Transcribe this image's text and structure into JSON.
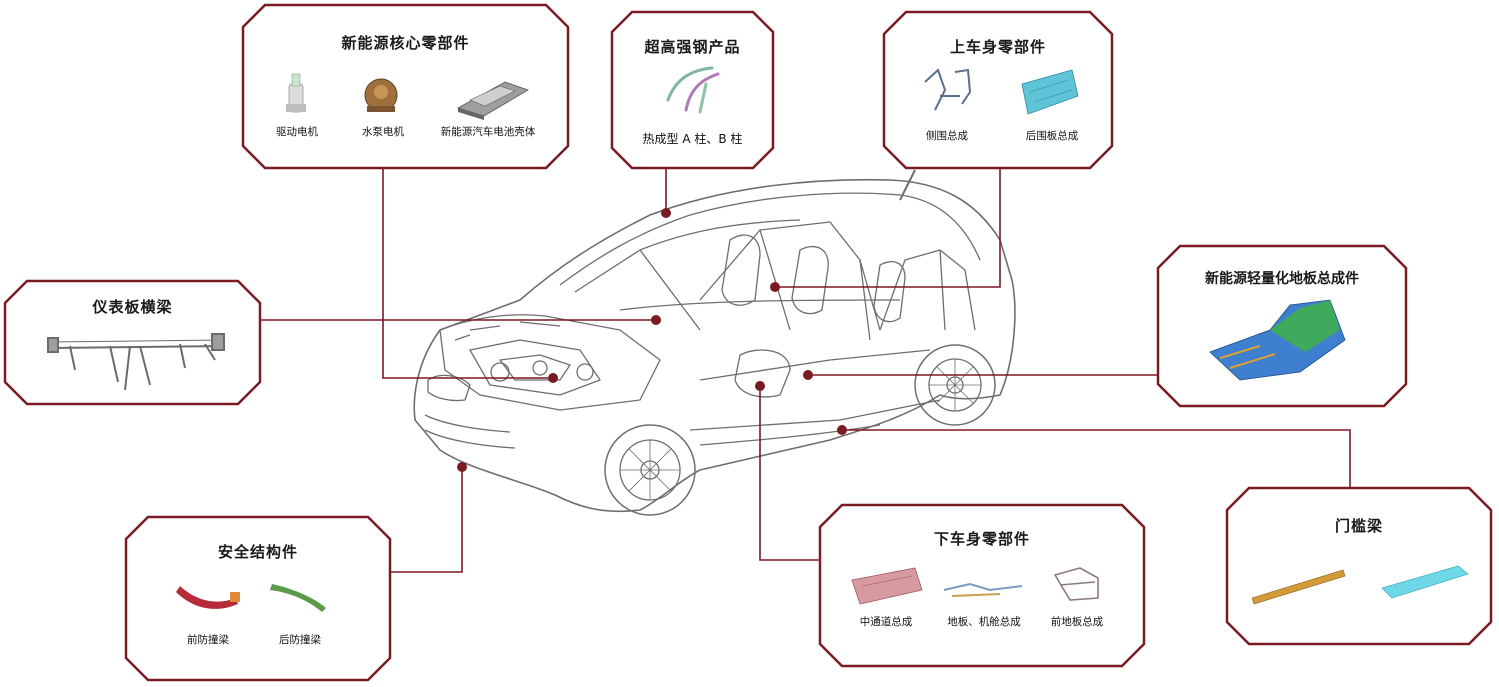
{
  "colors": {
    "frame": "#7a1a22",
    "line": "#7a1a22",
    "car_stroke": "#6e6e6e"
  },
  "boxes": {
    "ev_core": {
      "title": "新能源核心零部件",
      "items": [
        "驱动电机",
        "水泵电机",
        "新能源汽车电池壳体"
      ]
    },
    "uhss": {
      "title": "超高强钢产品",
      "items": [
        "热成型 A 柱、B 柱"
      ]
    },
    "upper_body": {
      "title": "上车身零部件",
      "items": [
        "侧围总成",
        "后围板总成"
      ]
    },
    "dash_beam": {
      "title": "仪表板横梁"
    },
    "ev_floor": {
      "title": "新能源轻量化地板总成件"
    },
    "safety": {
      "title": "安全结构件",
      "items": [
        "前防撞梁",
        "后防撞梁"
      ]
    },
    "lower_body": {
      "title": "下车身零部件",
      "items": [
        "中通道总成",
        "地板、机舱总成",
        "前地板总成"
      ]
    },
    "sill": {
      "title": "门槛梁"
    }
  }
}
